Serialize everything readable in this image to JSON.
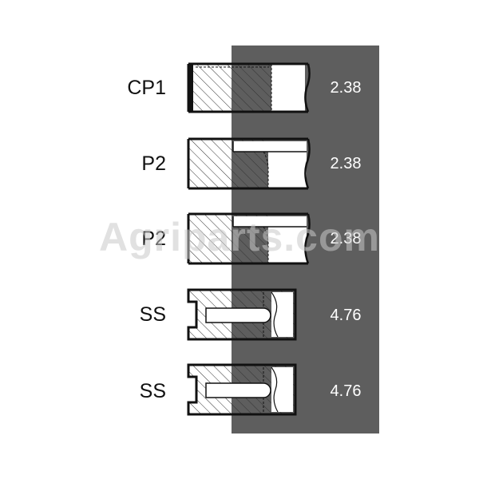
{
  "colors": {
    "panel": "#5e5e5e",
    "outline": "#111111",
    "hatch": "#333333",
    "size_text": "#ffffff"
  },
  "watermark": "Agriparts.com",
  "rings": [
    {
      "label": "CP1",
      "size": "2.38",
      "profile": "compression-rect"
    },
    {
      "label": "P2",
      "size": "2.38",
      "profile": "compression-step"
    },
    {
      "label": "P2",
      "size": "2.38",
      "profile": "compression-step"
    },
    {
      "label": "SS",
      "size": "4.76",
      "profile": "oil-slotted"
    },
    {
      "label": "SS",
      "size": "4.76",
      "profile": "oil-slotted"
    }
  ]
}
